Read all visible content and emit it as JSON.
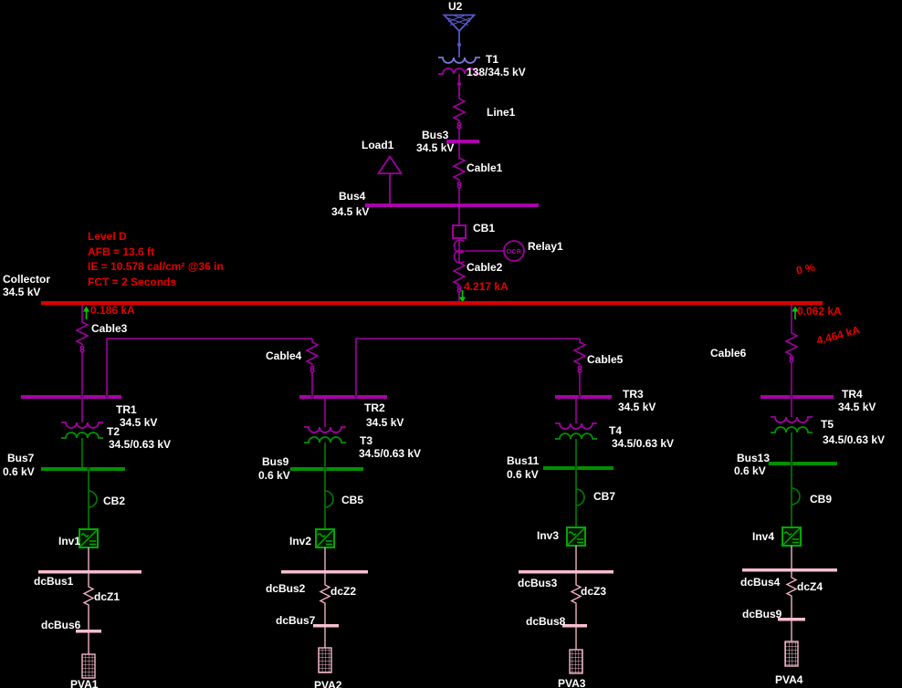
{
  "colors": {
    "mv_magenta": "#A000A0",
    "hv_blue": "#5858C8",
    "lv_green": "#009000",
    "dc_pink": "#F2B7C8",
    "collector_red": "#D90000",
    "result_red": "#E60000",
    "flow_arrow_green": "#00CC00",
    "label_white": "#FFFFFF"
  },
  "source": {
    "utility": "U2",
    "transformer": "T1",
    "transformer_rating": "138/34.5 kV",
    "line": "Line1",
    "bus3": "Bus3",
    "bus3_kv": "34.5 kV",
    "cable1": "Cable1",
    "load": "Load1",
    "bus4": "Bus4",
    "bus4_kv": "34.5 kV",
    "breaker": "CB1",
    "relay": "Relay1",
    "relay_glyph": "OCR",
    "cable2": "Cable2",
    "fault_current": "4.217 kA"
  },
  "arc_flash": {
    "level": "Level D",
    "afb": "AFB = 13.6 ft",
    "ie": "IE  = 10.578 cal/cm² @36 in",
    "fct": "FCT = 2 Seconds"
  },
  "collector": {
    "name": "Collector",
    "kv": "34.5 kV",
    "loading": "0 %",
    "total_fault": "4.464 kA",
    "left_feeder_current": "0.186 kA",
    "right_feeder_current": "0.062 kA"
  },
  "branches": [
    {
      "feed_cable": "Cable3",
      "mv_bus": "TR1",
      "mv_kv": "34.5 kV",
      "transformer": "T2",
      "transformer_rating": "34.5/0.63 kV",
      "lv_bus": "Bus7",
      "lv_kv": "0.6 kV",
      "breaker": "CB2",
      "inverter": "Inv1",
      "dc_bus": "dcBus1",
      "dc_impedance": "dcZ1",
      "dc_bus2": "dcBus6",
      "pv_array": "PVA1"
    },
    {
      "feed_cable": "Cable4",
      "mv_bus": "TR2",
      "mv_kv": "34.5 kV",
      "transformer": "T3",
      "transformer_rating": "34.5/0.63 kV",
      "lv_bus": "Bus9",
      "lv_kv": "0.6 kV",
      "breaker": "CB5",
      "inverter": "Inv2",
      "dc_bus": "dcBus2",
      "dc_impedance": "dcZ2",
      "dc_bus2": "dcBus7",
      "pv_array": "PVA2"
    },
    {
      "feed_cable": "Cable5",
      "mv_bus": "TR3",
      "mv_kv": "34.5 kV",
      "transformer": "T4",
      "transformer_rating": "34.5/0.63 kV",
      "lv_bus": "Bus11",
      "lv_kv": "0.6 kV",
      "breaker": "CB7",
      "inverter": "Inv3",
      "dc_bus": "dcBus3",
      "dc_impedance": "dcZ3",
      "dc_bus2": "dcBus8",
      "pv_array": "PVA3"
    },
    {
      "feed_cable": "Cable6",
      "mv_bus": "TR4",
      "mv_kv": "34.5 kV",
      "transformer": "T5",
      "transformer_rating": "34.5/0.63 kV",
      "lv_bus": "Bus13",
      "lv_kv": "0.6 kV",
      "breaker": "CB9",
      "inverter": "Inv4",
      "dc_bus": "dcBus4",
      "dc_impedance": "dcZ4",
      "dc_bus2": "dcBus9",
      "pv_array": "PVA4"
    }
  ]
}
